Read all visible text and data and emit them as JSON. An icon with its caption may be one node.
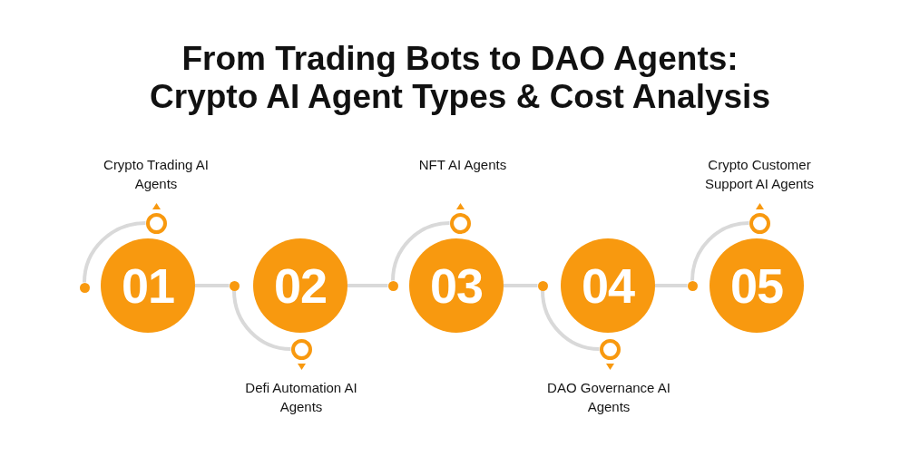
{
  "diagram": {
    "title": "From Trading Bots to DAO Agents: Crypto AI Agent Types & Cost Analysis",
    "nodes": [
      {
        "text": [
          "01"
        ]
      },
      {
        "text": [
          "02"
        ]
      },
      {
        "text": [
          "03"
        ]
      },
      {
        "text": [
          "04"
        ]
      },
      {
        "text": [
          "05"
        ]
      },
      {
        "text": [],
        "shape": "circle",
        "beside": [
          "Crypto Trading AI Agents"
        ]
      },
      {
        "text": [],
        "shape": "circle",
        "beside": [
          "Defi Automation AI Agents"
        ]
      },
      {
        "text": [],
        "shape": "circle",
        "beside": [
          "NFT AI Agents"
        ]
      },
      {
        "text": [],
        "shape": "circle",
        "beside": [
          "DAO Governance AI Agents"
        ]
      },
      {
        "text": [],
        "shape": "circle",
        "beside": [
          "Crypto Customer Support AI Agents"
        ]
      },
      {
        "text": [],
        "shape": "dot"
      },
      {
        "text": [],
        "shape": "dot"
      },
      {
        "text": [],
        "shape": "dot"
      },
      {
        "text": [],
        "shape": "dot"
      },
      {
        "text": [],
        "shape": "dot"
      }
    ],
    "edges": [
      {
        "from": 10,
        "to": 5,
        "arrow": "none"
      },
      {
        "from": 0,
        "to": 11,
        "arrow": "none"
      },
      {
        "from": 11,
        "to": 6,
        "arrow": "none"
      },
      {
        "from": 1,
        "to": 12,
        "arrow": "none"
      },
      {
        "from": 12,
        "to": 7,
        "arrow": "none"
      },
      {
        "from": 2,
        "to": 13,
        "arrow": "none"
      },
      {
        "from": 13,
        "to": 8,
        "arrow": "none"
      },
      {
        "from": 3,
        "to": 14,
        "arrow": "none"
      },
      {
        "from": 14,
        "to": 9,
        "arrow": "none"
      }
    ]
  }
}
